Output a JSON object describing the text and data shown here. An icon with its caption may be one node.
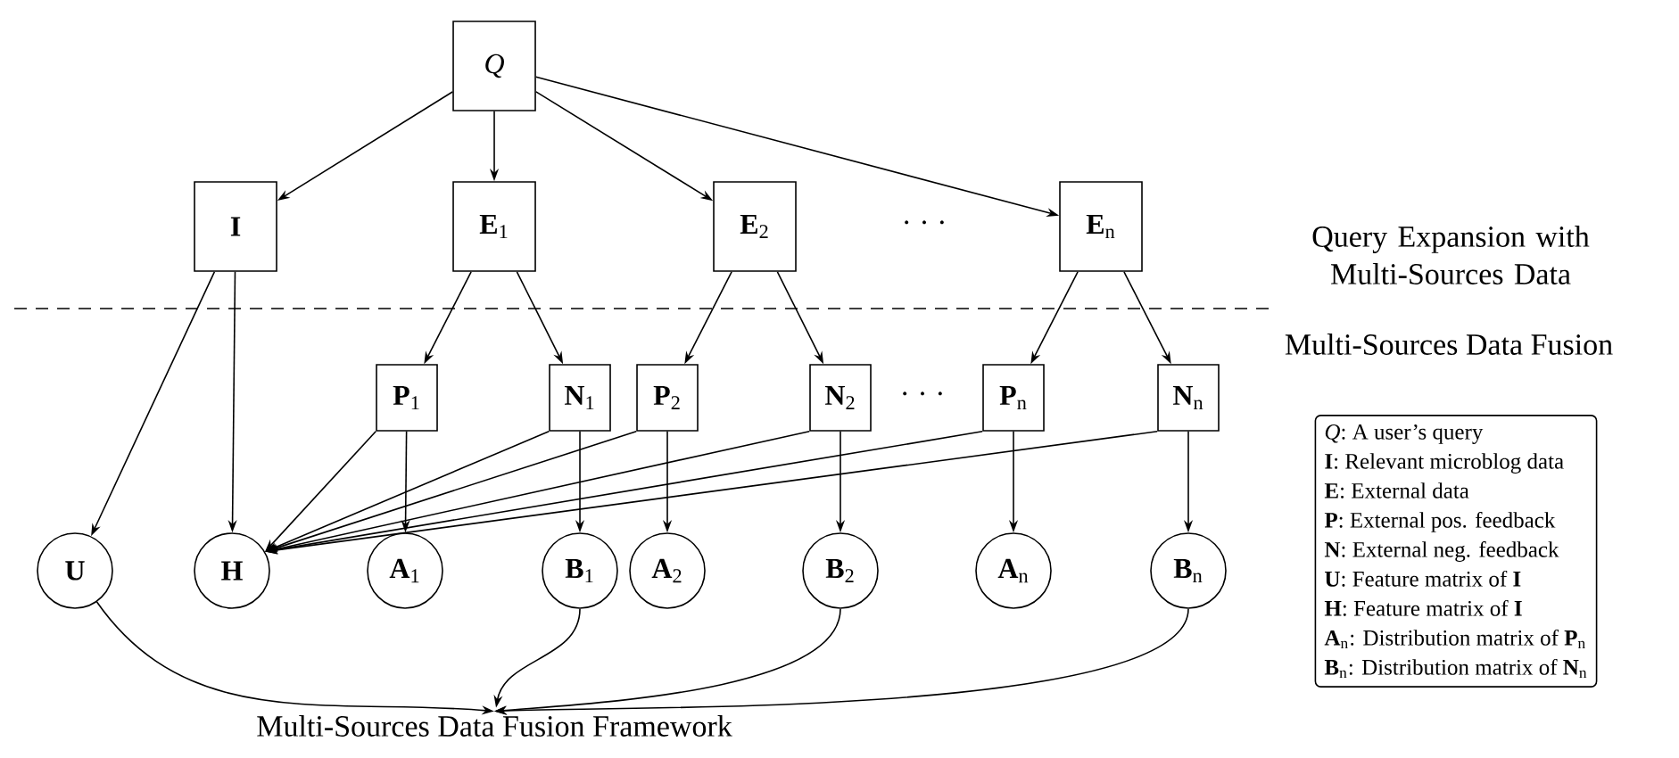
{
  "diagram": {
    "nodes": [
      {
        "text": [
          "*Q*"
        ]
      },
      {
        "text": [
          "I"
        ]
      },
      {
        "text": [
          "**E**$_{1}$"
        ]
      },
      {
        "text": [
          "**E**$_{2}$"
        ]
      },
      {
        "text": [
          "**E**$_{n}$"
        ]
      },
      {
        "text": [
          "**P**$_{1}$"
        ]
      },
      {
        "text": [
          "**N**$_{1}$"
        ]
      },
      {
        "text": [
          "**P**$_{2}$"
        ]
      },
      {
        "text": [
          "**N**$_{2}$"
        ]
      },
      {
        "text": [
          "**P**$_{n}$"
        ]
      },
      {
        "text": [
          "**N**$_{n}$"
        ]
      },
      {
        "text": [
          "U"
        ]
      },
      {
        "text": [
          "H"
        ]
      },
      {
        "text": [
          "**A**$_{1}$"
        ]
      },
      {
        "text": [
          "**B**$_{1}$"
        ]
      },
      {
        "text": [
          "**A**$_{2}$"
        ]
      },
      {
        "text": [
          "**B**$_{2}$"
        ]
      },
      {
        "text": [
          "**A**$_{n}$"
        ]
      },
      {
        "text": [
          "**B**$_{n}$"
        ]
      },
      {
        "text": [
          "Multi-Sources Data Fusion Framework"
        ]
      },
      {
        "text": [
          "*Q*: A user’s query",
          "**I**: Relevant microblog data",
          "**E**: External data",
          "**P**: External pos. feedback",
          "**N**: External neg. feedback",
          "**U**: Feature matrix of **I**",
          "**H**: Feature matrix of **I**",
          "**A**$_{n}$: Distribution matrix of **P**$_{n}$",
          "**B**$_{n}$: Distribution matrix of **N**$_{n}$"
        ]
      }
    ],
    "edges": [
      {
        "from": 0,
        "to": 1,
        "arrow": "to"
      },
      {
        "from": 0,
        "to": 2,
        "arrow": "to"
      },
      {
        "from": 0,
        "to": 3,
        "arrow": "to"
      },
      {
        "from": 0,
        "to": 4,
        "arrow": "to"
      },
      {
        "from": 1,
        "to": 11,
        "arrow": "to"
      },
      {
        "from": 1,
        "to": 12,
        "arrow": "to"
      },
      {
        "from": 2,
        "to": 5,
        "arrow": "to"
      },
      {
        "from": 2,
        "to": 6,
        "arrow": "to"
      },
      {
        "from": 3,
        "to": 7,
        "arrow": "to"
      },
      {
        "from": 3,
        "to": 8,
        "arrow": "to"
      },
      {
        "from": 4,
        "to": 9,
        "arrow": "to"
      },
      {
        "from": 4,
        "to": 10,
        "arrow": "to"
      },
      {
        "from": 5,
        "to": 12,
        "arrow": "to"
      },
      {
        "from": 6,
        "to": 12,
        "arrow": "to"
      },
      {
        "from": 7,
        "to": 12,
        "arrow": "to"
      },
      {
        "from": 8,
        "to": 12,
        "arrow": "to"
      },
      {
        "from": 9,
        "to": 12,
        "arrow": "to"
      },
      {
        "from": 10,
        "to": 12,
        "arrow": "to"
      },
      {
        "from": 5,
        "to": 13,
        "arrow": "to"
      },
      {
        "from": 6,
        "to": 14,
        "arrow": "to"
      },
      {
        "from": 7,
        "to": 15,
        "arrow": "to"
      },
      {
        "from": 8,
        "to": 16,
        "arrow": "to"
      },
      {
        "from": 9,
        "to": 17,
        "arrow": "to"
      },
      {
        "from": 10,
        "to": 18,
        "arrow": "to"
      },
      {
        "from": 11,
        "to": 19,
        "arrow": "to"
      },
      {
        "from": 14,
        "to": 19,
        "arrow": "to"
      },
      {
        "from": 16,
        "to": 19,
        "arrow": "to"
      },
      {
        "from": 18,
        "to": 19,
        "arrow": "to"
      }
    ],
    "labels": [
      "· · ·",
      "Query Expansion with Multi-Sources Data",
      "Multi-Sources Data Fusion",
      "· · ·"
    ]
  }
}
